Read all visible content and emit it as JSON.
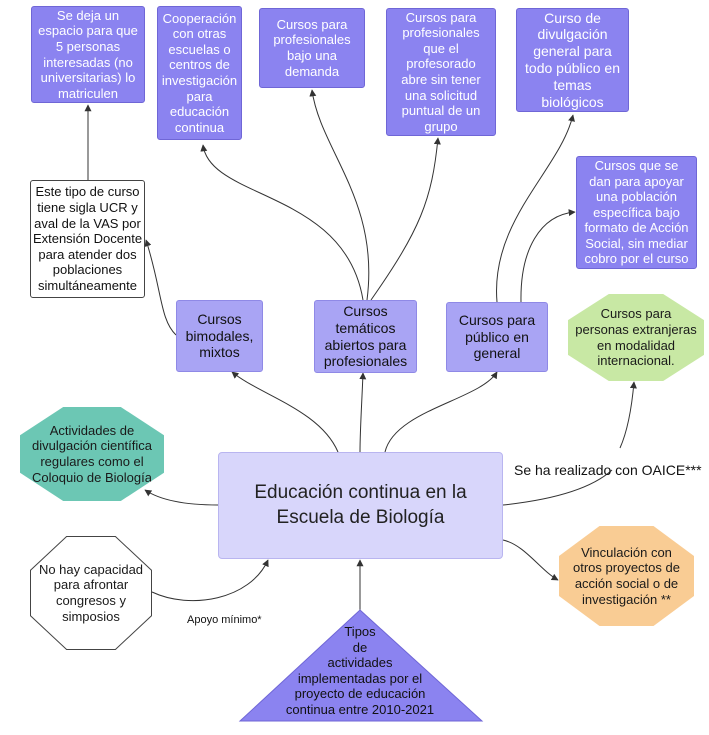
{
  "diagram": {
    "center": "Educación continua en la\nEscuela de Biología",
    "categories": {
      "bimodales": "Cursos\nbimodales,\nmixtos",
      "tematicos": "Cursos\ntemáticos\nabiertos para\nprofesionales",
      "publico": "Cursos para\npúblico en\ngeneral"
    },
    "top_boxes": {
      "espacio": "Se deja un\nespacio para que\n5 personas\ninteresadas (no\nuniversitarias) lo\nmatriculen",
      "cooperacion": "Cooperación\ncon otras\nescuelas o\ncentros de\ninvestigación\npara\neducación\ncontinua",
      "demanda": "Cursos para\nprofesionales\nbajo una\ndemanda",
      "profesorado": "Cursos para\nprofesionales\nque el\nprofesorado\nabre sin tener\nuna solicitud\npuntual de un\ngrupo",
      "divulgacion": "Curso de\ndivulgación\ngeneral para\ntodo público en\ntemas\nbiológicos",
      "accion_social": "Cursos que se\ndan para apoyar\nuna población\nespecífica bajo\nformato de Acción\nSocial, sin mediar\ncobro por el curso"
    },
    "sigla": "Este tipo de curso\ntiene sigla UCR y\naval de la VAS por\nExtensión Docente\npara atender dos\npoblaciones\nsimultáneamente",
    "coloquio": "Actividades de\ndivulgación científica\nregulares como el\nColoquio de Biología",
    "extranjeras": "Cursos para\npersonas extranjeras\nen modalidad\ninternacional.",
    "oaice": "Se ha realizado con OAICE***",
    "vinculacion": "Vinculación con\notros proyectos de\nacción social o de\ninvestigación **",
    "capacidad": "No hay capacidad\npara afrontar\ncongresos y\nsimposios",
    "apoyo": "Apoyo mínimo*",
    "tipos": "Tipos\nde\nactividades\nimplementadas por el\nproyecto de educación\ncontinua entre 2010-2021",
    "colors": {
      "dark_purple": "#8b83f0",
      "medium_purple": "#a9a4f4",
      "center_fill": "#d8d6fb",
      "teal": "#6cc7b4",
      "green": "#c8e8a4",
      "orange": "#f9cc94",
      "triangle": "#8b83f0"
    }
  }
}
